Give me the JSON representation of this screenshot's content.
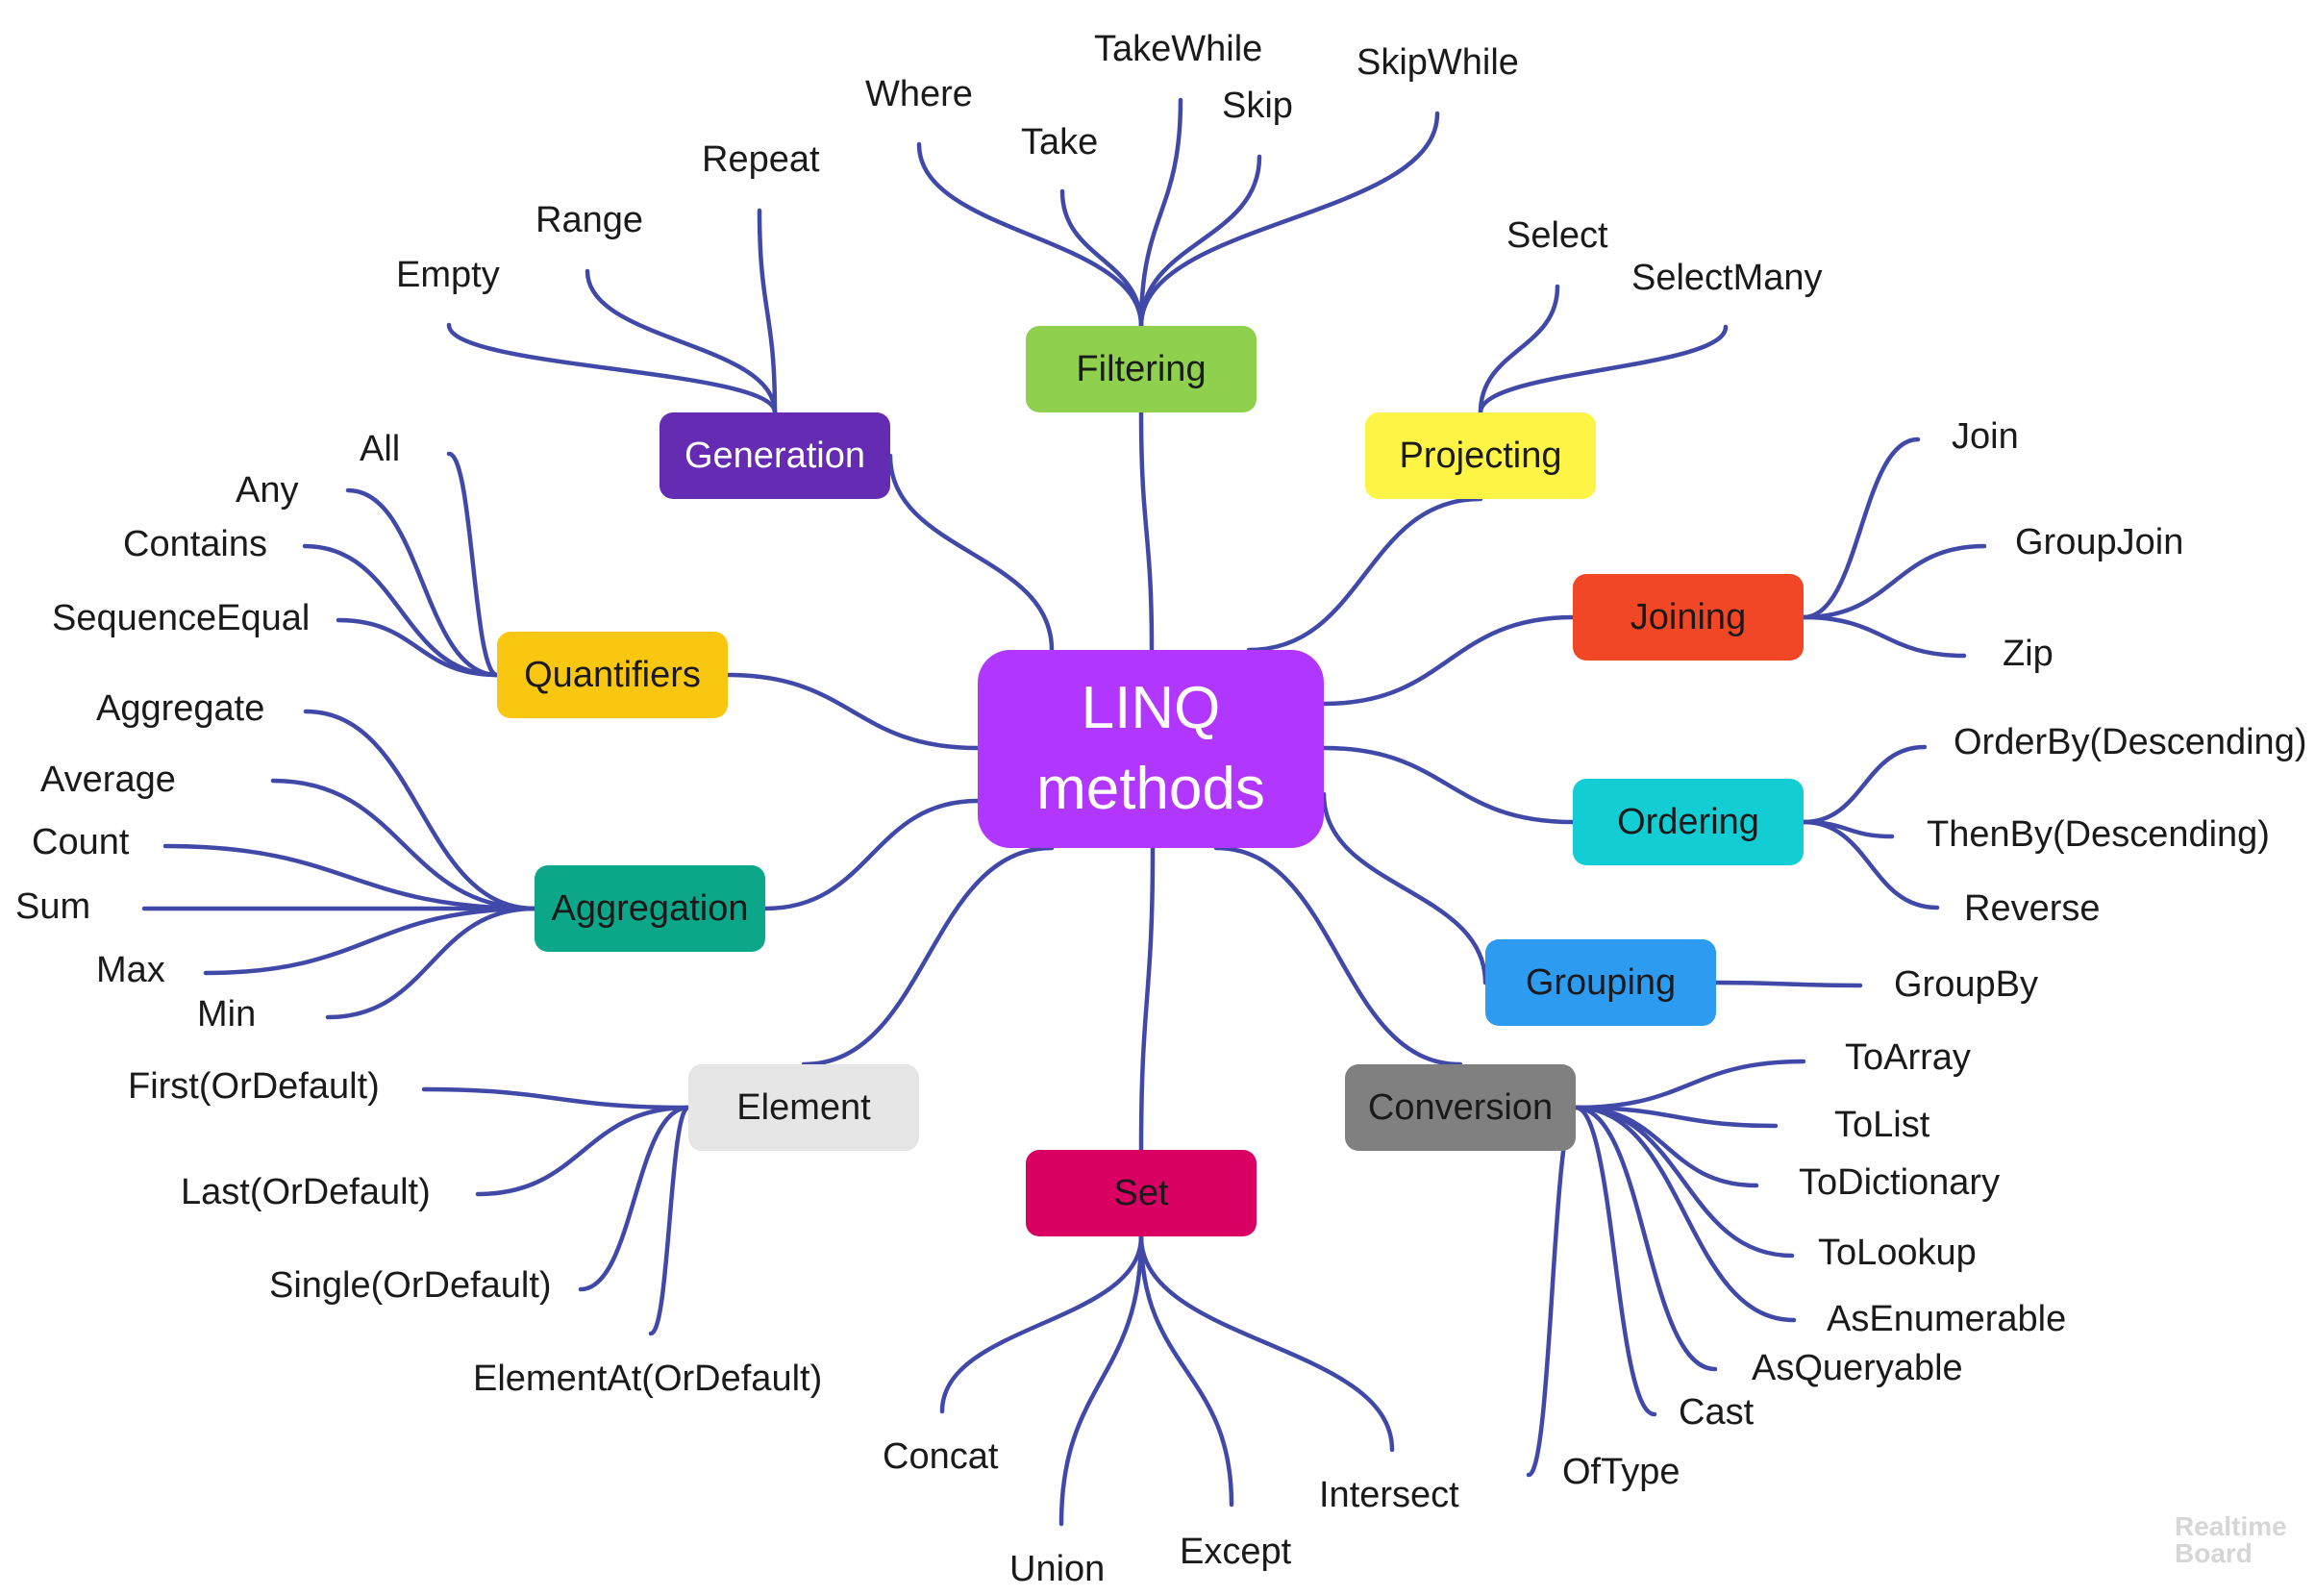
{
  "center": {
    "label": "LINQ\nmethods",
    "color": "#b136ff"
  },
  "categories": [
    {
      "key": "filtering",
      "label": "Filtering",
      "color": "#8fd14f",
      "leaves": [
        "Where",
        "Take",
        "TakeWhile",
        "Skip",
        "SkipWhile"
      ]
    },
    {
      "key": "projecting",
      "label": "Projecting",
      "color": "#fef445",
      "leaves": [
        "Select",
        "SelectMany"
      ]
    },
    {
      "key": "joining",
      "label": "Joining",
      "color": "#f24726",
      "leaves": [
        "Join",
        "GroupJoin",
        "Zip"
      ]
    },
    {
      "key": "ordering",
      "label": "Ordering",
      "color": "#12cdd4",
      "leaves": [
        "OrderBy(Descending)",
        "ThenBy(Descending)",
        "Reverse"
      ]
    },
    {
      "key": "grouping",
      "label": "Grouping",
      "color": "#2d9bf0",
      "leaves": [
        "GroupBy"
      ]
    },
    {
      "key": "conversion",
      "label": "Conversion",
      "color": "#808080",
      "leaves": [
        "ToArray",
        "ToList",
        "ToDictionary",
        "ToLookup",
        "AsEnumerable",
        "AsQueryable",
        "Cast",
        "OfType"
      ]
    },
    {
      "key": "set",
      "label": "Set",
      "color": "#da0063",
      "leaves": [
        "Concat",
        "Union",
        "Except",
        "Intersect"
      ]
    },
    {
      "key": "element",
      "label": "Element",
      "color": "#e6e6e6",
      "leaves": [
        "First(OrDefault)",
        "Last(OrDefault)",
        "Single(OrDefault)",
        "ElementAt(OrDefault)"
      ]
    },
    {
      "key": "aggregation",
      "label": "Aggregation",
      "color": "#0ca789",
      "leaves": [
        "Aggregate",
        "Average",
        "Count",
        "Sum",
        "Max",
        "Min"
      ]
    },
    {
      "key": "quantifiers",
      "label": "Quantifiers",
      "color": "#fac710",
      "leaves": [
        "All",
        "Any",
        "Contains",
        "SequenceEqual"
      ]
    },
    {
      "key": "generation",
      "label": "Generation",
      "color": "#652cb3",
      "leaves": [
        "Empty",
        "Range",
        "Repeat"
      ]
    }
  ],
  "link_color": "#4049a8",
  "watermark": "Realtime\nBoard"
}
